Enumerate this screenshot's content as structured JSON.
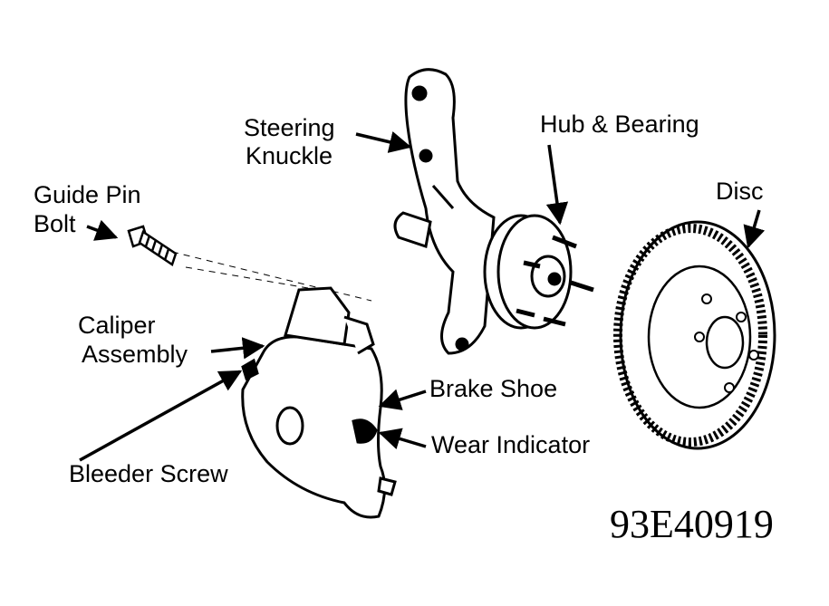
{
  "labels": {
    "steering_knuckle": [
      "Steering",
      "Knuckle"
    ],
    "hub_bearing": "Hub & Bearing",
    "disc": "Disc",
    "guide_pin_bolt": [
      "Guide Pin",
      "Bolt"
    ],
    "caliper_assembly": [
      "Caliper",
      "Assembly"
    ],
    "brake_shoe": "Brake Shoe",
    "wear_indicator": "Wear Indicator",
    "bleeder_screw": "Bleeder Screw"
  },
  "figure_code": "93E40919"
}
